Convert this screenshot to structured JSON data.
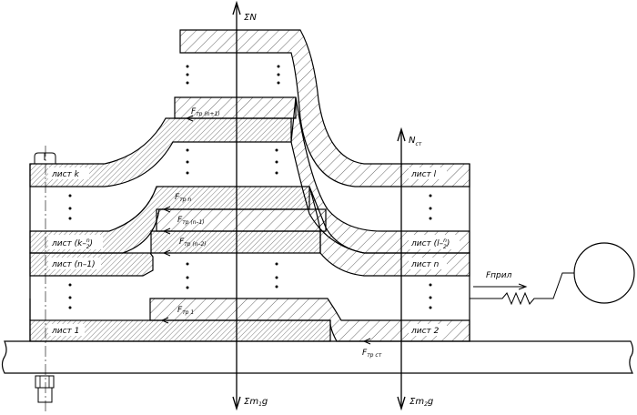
{
  "diagram": {
    "colors": {
      "line": "#000000",
      "background": "#ffffff"
    },
    "axes": {
      "sum_n": {
        "label": "ΣN"
      },
      "n_st": {
        "label": "N",
        "sub": "ст"
      },
      "sum_m1g": {
        "label": "Σm",
        "sub": "1",
        "suffix": "g"
      },
      "sum_m2g": {
        "label": "Σm",
        "sub": "2",
        "suffix": "g"
      }
    },
    "sheets_left": [
      {
        "id": "k",
        "text": "лист k"
      },
      {
        "id": "k-n2",
        "text": "лист (k–",
        "frac_num": "n",
        "frac_den": "2",
        "close": ")"
      },
      {
        "id": "n-1",
        "text": "лист (n–1)"
      },
      {
        "id": "1",
        "text": "лист 1"
      }
    ],
    "sheets_right": [
      {
        "id": "l",
        "text": "лист l"
      },
      {
        "id": "l-n2",
        "text": "лист (l–",
        "frac_num": "n",
        "frac_den": "2",
        "close": ")"
      },
      {
        "id": "n",
        "text": "лист n"
      },
      {
        "id": "2",
        "text": "лист 2"
      }
    ],
    "forces": {
      "f_n_plus_1": {
        "label": "F",
        "sub": "тр (n+1)"
      },
      "f_n": {
        "label": "F",
        "sub": "тр n"
      },
      "f_n_minus_1": {
        "label": "F",
        "sub": "тр (n–1)"
      },
      "f_n_minus_2": {
        "label": "F",
        "sub": "тр (n–2)"
      },
      "f_1": {
        "label": "F",
        "sub": "тр 1"
      },
      "f_st": {
        "label": "F",
        "sub": "тр ст"
      },
      "f_pril": {
        "label": "Fприл"
      }
    },
    "ellipsis": "⋮"
  }
}
